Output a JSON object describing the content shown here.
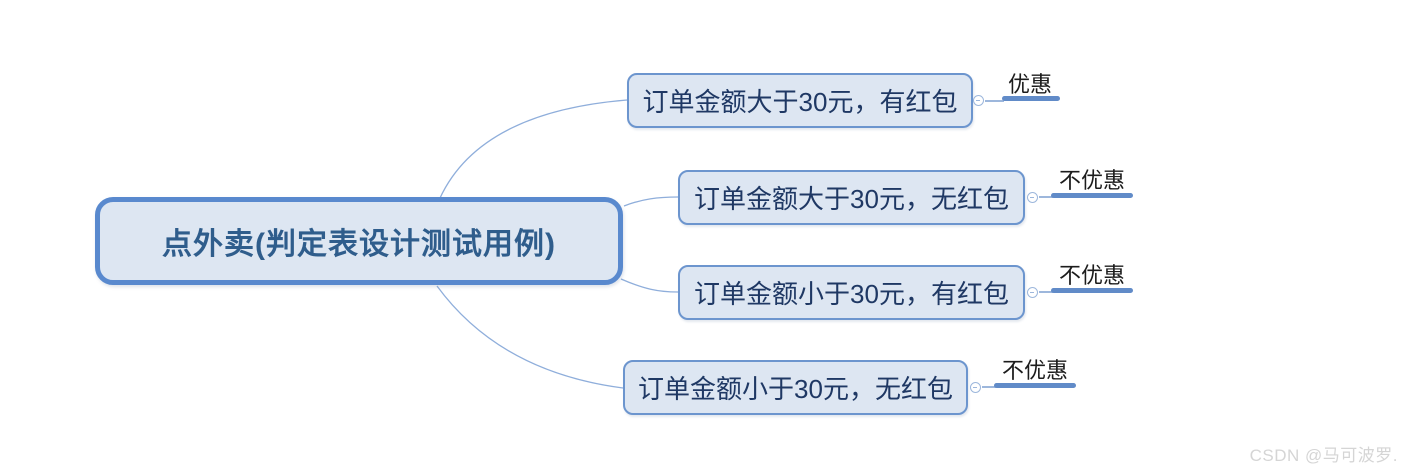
{
  "mindmap": {
    "root": {
      "label": "点外卖(判定表设计测试用例)"
    },
    "children": [
      {
        "label": "订单金额大于30元，有红包",
        "result": "优惠"
      },
      {
        "label": "订单金额大于30元，无红包",
        "result": "不优惠"
      },
      {
        "label": "订单金额小于30元，有红包",
        "result": "不优惠"
      },
      {
        "label": "订单金额小于30元，无红包",
        "result": "不优惠"
      }
    ]
  },
  "theme": {
    "background": "#ffffff",
    "node_fill": "#dde6f2",
    "root_border": "#5989ce",
    "child_border": "#6c95ce",
    "root_text": "#2f5d8c",
    "child_text": "#1f3864",
    "leaf_line": "#618bc8",
    "connector": "#9db7dc",
    "curve": "#8faedb",
    "leaf_text": "#1c1c1c",
    "watermark": "#d5d5d5"
  },
  "watermark": {
    "text": "CSDN @马可波罗."
  }
}
